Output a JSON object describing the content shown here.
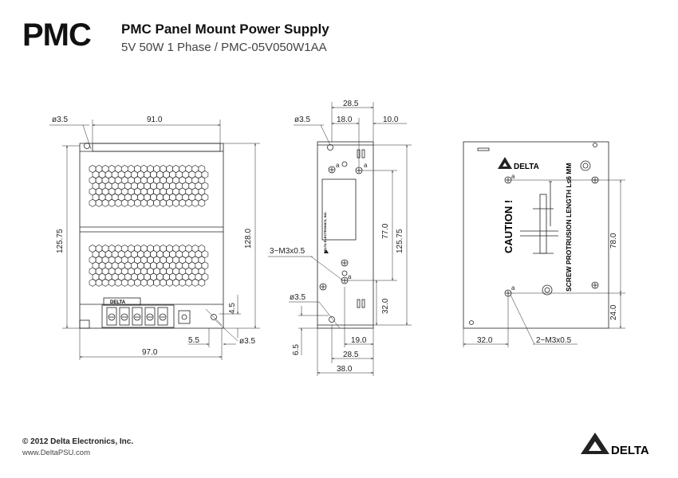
{
  "header": {
    "brand": "PMC",
    "title": "PMC Panel Mount Power Supply",
    "subtitle": "5V 50W 1 Phase / PMC-05V050W1AA"
  },
  "footer": {
    "copyright": "© 2012 Delta Electronics, Inc.",
    "url": "www.DeltaPSU.com",
    "logo_text": "DELTA"
  },
  "front_view": {
    "hole_dia_top": "ø3.5",
    "width_top": "91.0",
    "height_left": "125.75",
    "height_right": "128.0",
    "offset_45": "4.5",
    "offset_55": "5.5",
    "hole_dia_bottom": "ø3.5",
    "width_bottom": "97.0",
    "label_logo": "DELTA"
  },
  "side_view": {
    "hole_dia_top": "ø3.5",
    "dim_285_top": "28.5",
    "dim_180": "18.0",
    "dim_100": "10.0",
    "dim_770": "77.0",
    "dim_12575": "125.75",
    "dim_320": "32.0",
    "screw_label": "3−M3x0.5",
    "hole_dia_left": "ø3.5",
    "dim_65": "6.5",
    "dim_190": "19.0",
    "dim_285_bottom": "28.5",
    "dim_380": "38.0",
    "marker_a": "a",
    "vertical_text": "DELTA ELECTRONICS, INC."
  },
  "rear_view": {
    "logo_text": "DELTA",
    "caution": "CAUTION !",
    "protrusion": "SCREW PROTRUSION LENGTH  L≤6 MM",
    "dim_780": "78.0",
    "dim_240": "24.0",
    "dim_320": "32.0",
    "screw_label": "2−M3x0.5",
    "marker_a": "a"
  }
}
